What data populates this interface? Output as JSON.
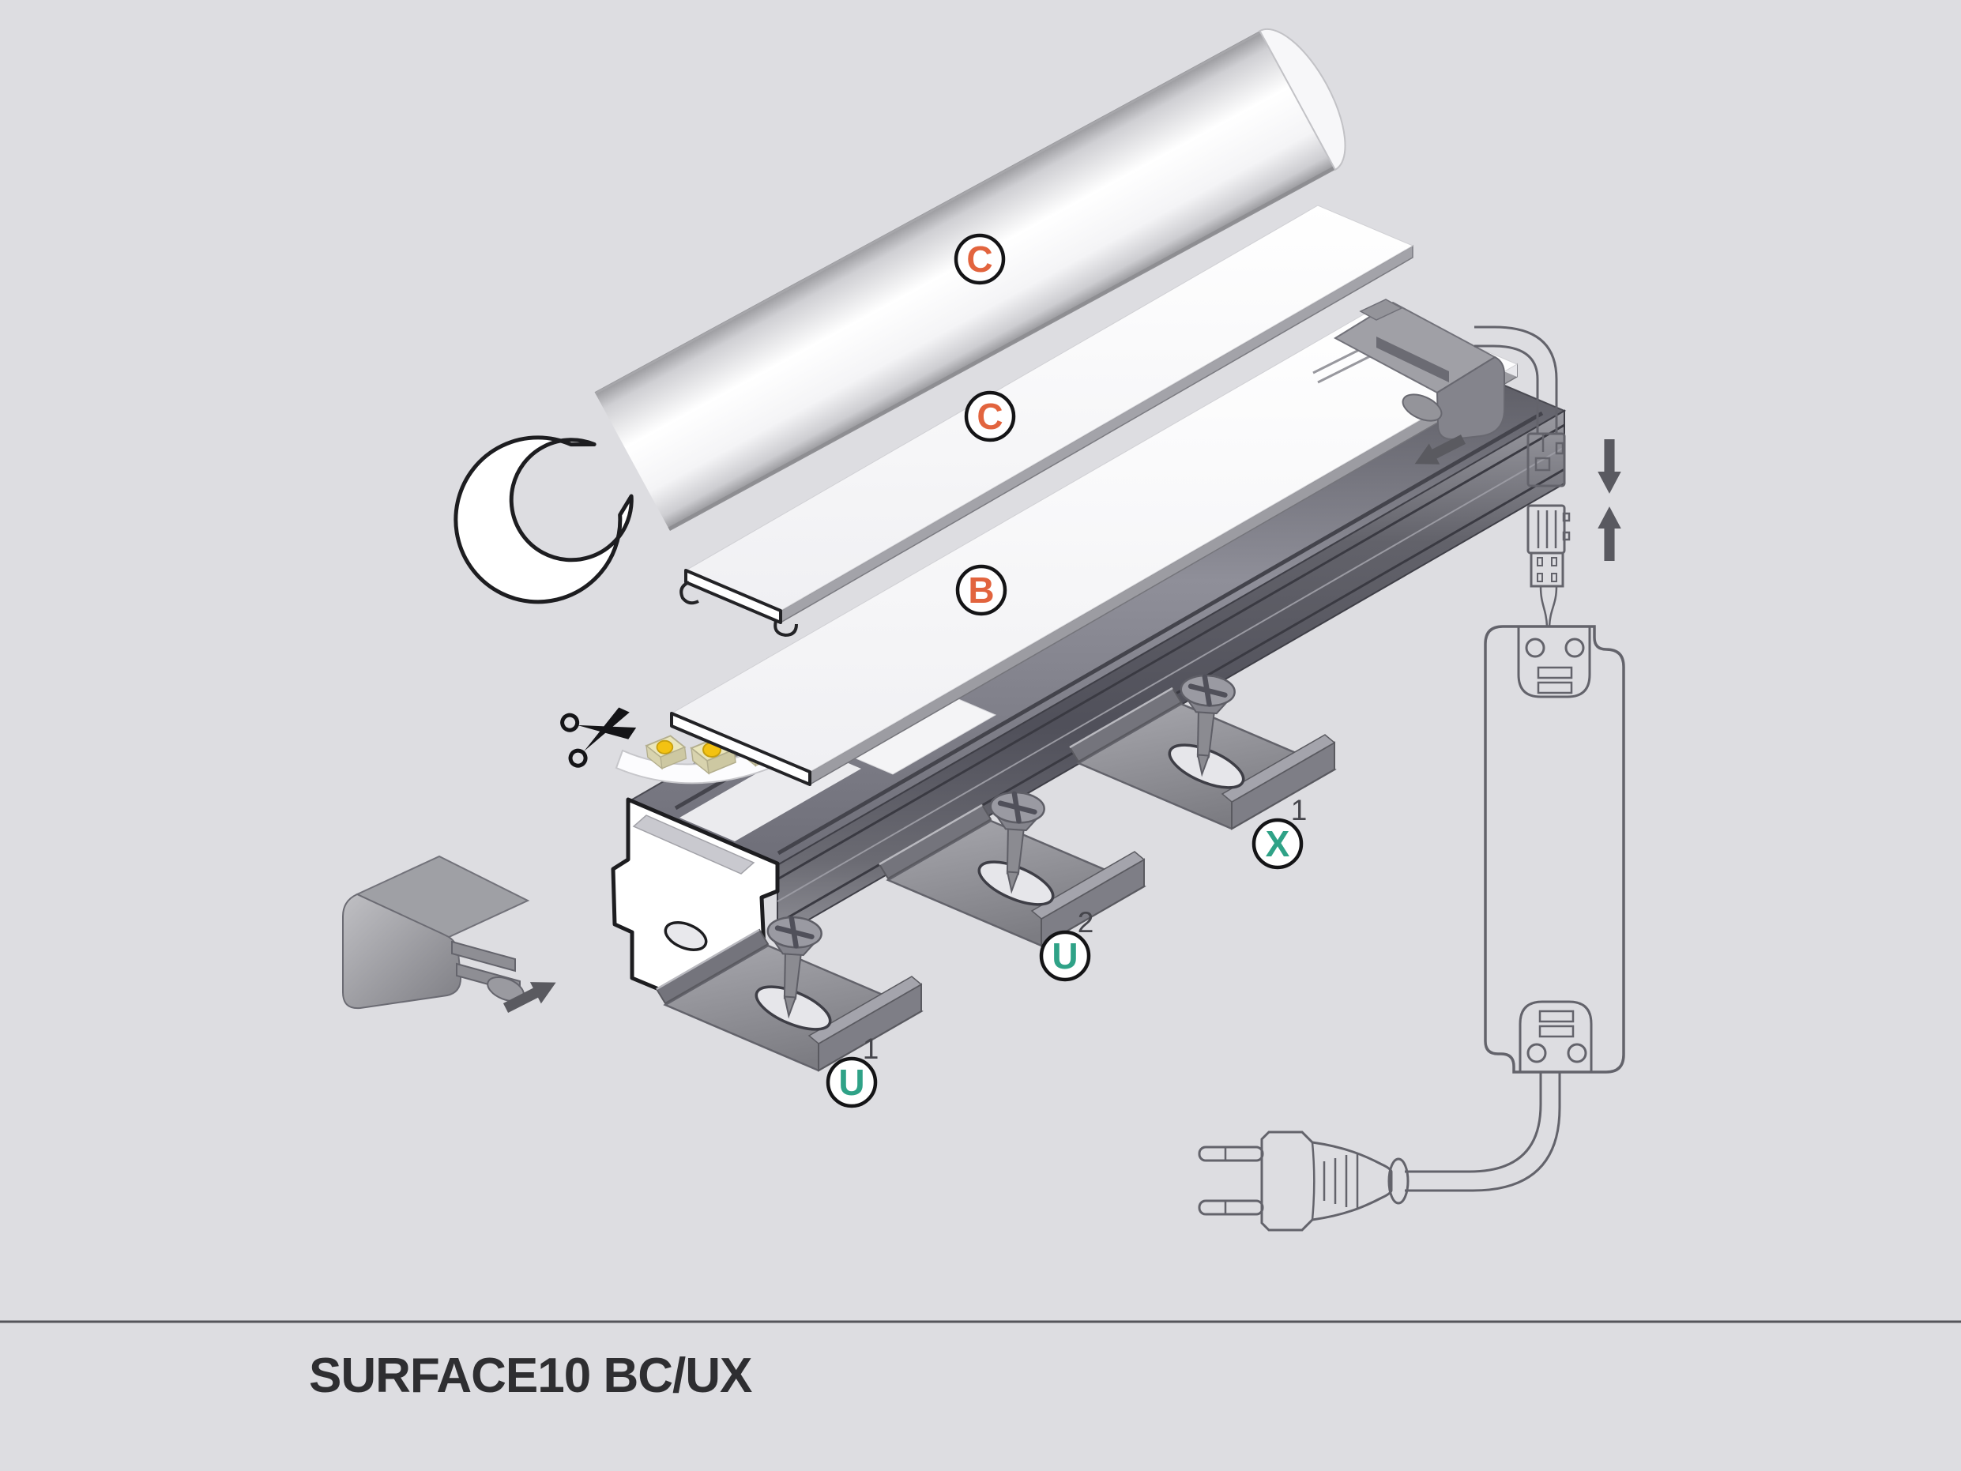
{
  "title": "SURFACE10 BC/UX",
  "colors": {
    "background": "#dddde1",
    "accent_orange": "#e2643e",
    "accent_teal": "#2fa287",
    "outline_gray": "#63636b",
    "ink": "#2e2e31"
  },
  "part_labels": {
    "cover_round": {
      "letter": "C",
      "sup": ""
    },
    "cover_flat": {
      "letter": "C",
      "sup": ""
    },
    "cover_b": {
      "letter": "B",
      "sup": ""
    },
    "clip_u1": {
      "letter": "U",
      "sup": "1"
    },
    "clip_u2": {
      "letter": "U",
      "sup": "2"
    },
    "clip_x1": {
      "letter": "X",
      "sup": "1"
    }
  },
  "icons": {
    "scissors": "cut-here",
    "arrows": "assembly-direction"
  }
}
